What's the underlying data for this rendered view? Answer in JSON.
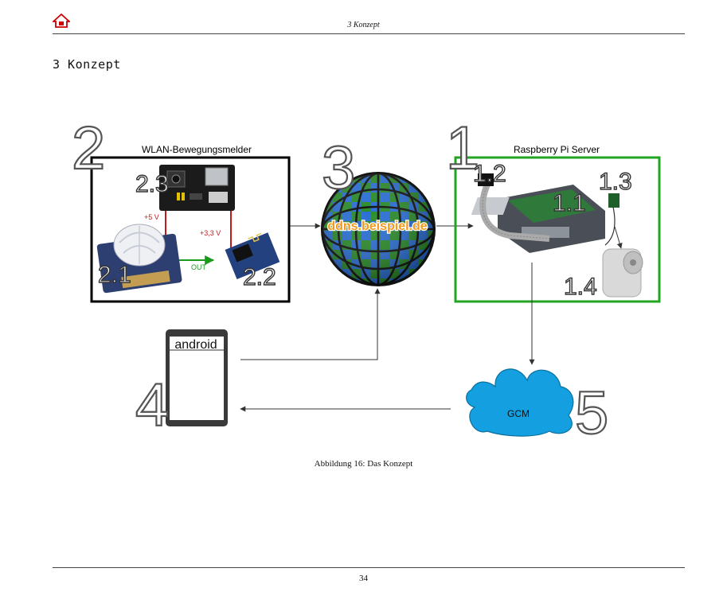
{
  "header": {
    "running_title": "3  Konzept"
  },
  "section": {
    "heading": "3  Konzept"
  },
  "figure": {
    "wlan_title": "WLAN-Bewegungsmelder",
    "pi_title": "Raspberry Pi Server",
    "num_1": "1",
    "num_2": "2",
    "num_3": "3",
    "num_4": "4",
    "num_5": "5",
    "sub_2_1": "2.1",
    "sub_2_2": "2.2",
    "sub_2_3": "2.3",
    "sub_1_1": "1.1",
    "sub_1_2": "1.2",
    "sub_1_3": "1.3",
    "sub_1_4": "1.4",
    "wire_5v": "+5 V",
    "wire_33v": "+3,3 V",
    "wire_out": "OUT",
    "globe_label": "ddns.beispiel.de",
    "android_label": "android",
    "gcm_label": "GCM"
  },
  "caption": "Abbildung 16: Das Konzept",
  "footer": {
    "page_number": "34"
  }
}
